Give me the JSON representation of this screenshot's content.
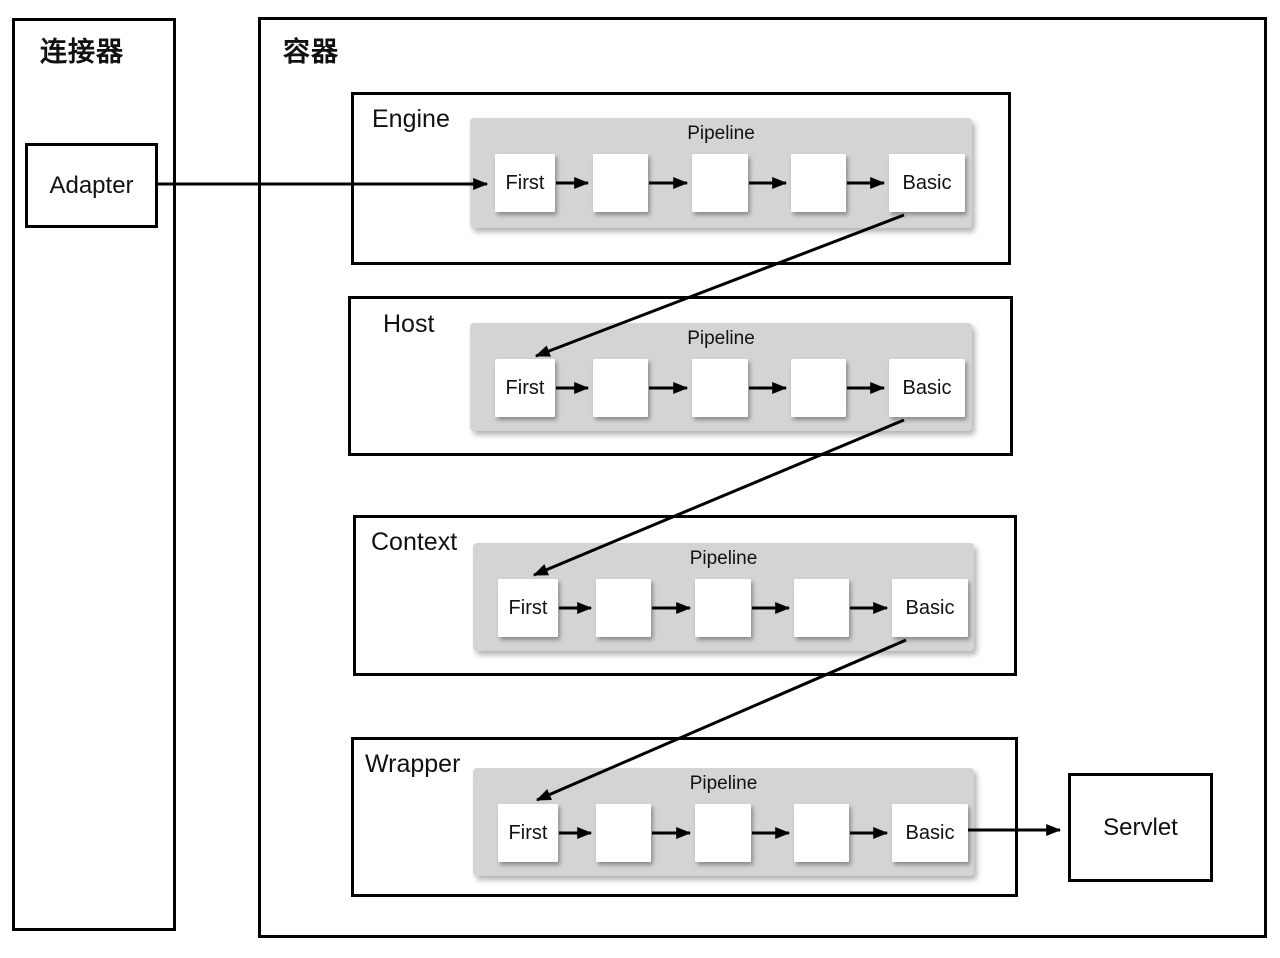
{
  "connector": {
    "label": "连接器",
    "adapter_label": "Adapter"
  },
  "container": {
    "label": "容器"
  },
  "pipeline_rows": [
    {
      "container_label": "Engine",
      "pipeline_label": "Pipeline",
      "valves": {
        "first": "First",
        "basic": "Basic"
      },
      "blank_valve_count": 3
    },
    {
      "container_label": "Host",
      "pipeline_label": "Pipeline",
      "valves": {
        "first": "First",
        "basic": "Basic"
      },
      "blank_valve_count": 3
    },
    {
      "container_label": "Context",
      "pipeline_label": "Pipeline",
      "valves": {
        "first": "First",
        "basic": "Basic"
      },
      "blank_valve_count": 3
    },
    {
      "container_label": "Wrapper",
      "pipeline_label": "Pipeline",
      "valves": {
        "first": "First",
        "basic": "Basic"
      },
      "blank_valve_count": 3
    }
  ],
  "servlet": {
    "label": "Servlet"
  },
  "colors": {
    "background": "#ffffff",
    "box_border": "#000000",
    "pipeline_background": "#d4d4d4",
    "valve_background": "#ffffff",
    "arrow": "#000000"
  }
}
